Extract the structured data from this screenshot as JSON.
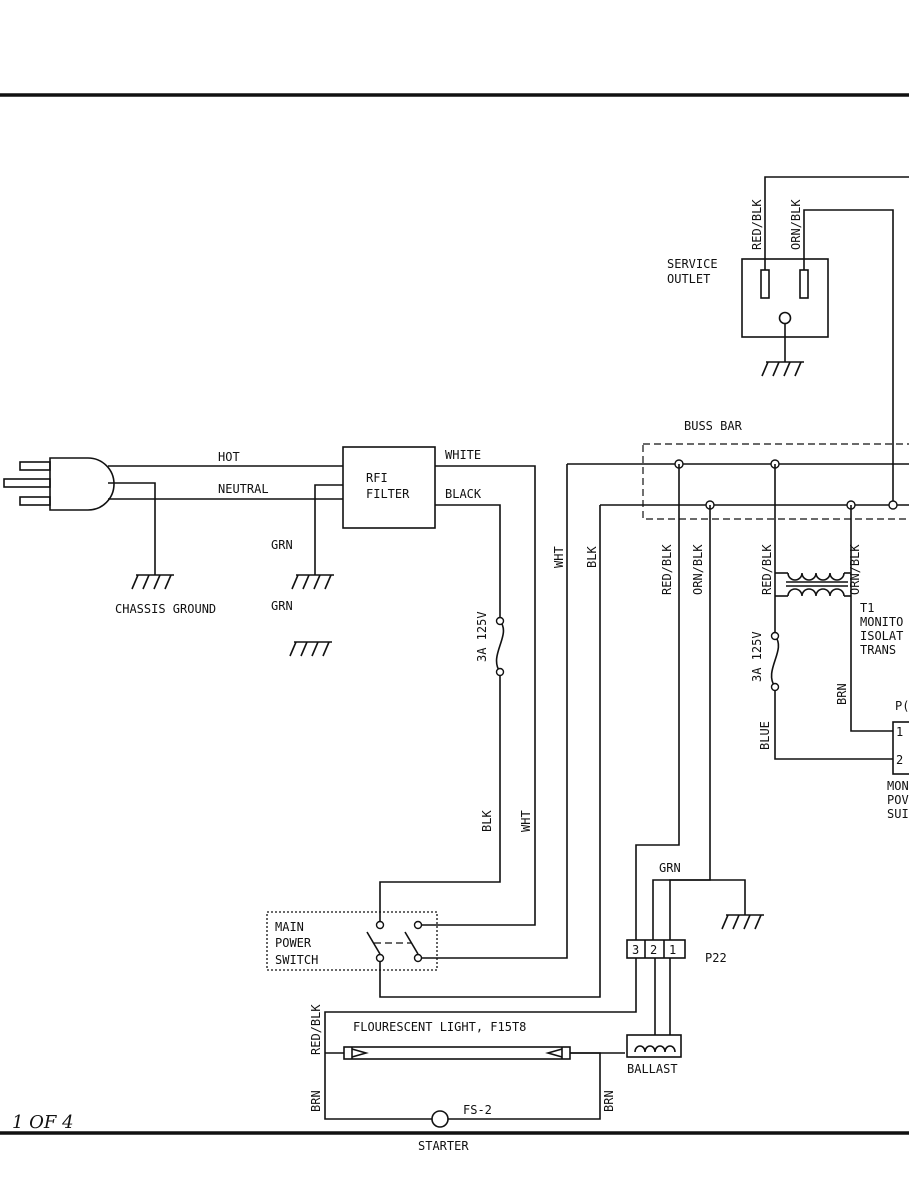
{
  "page_marker": "1 OF 4",
  "labels": {
    "service_outlet": [
      "SERVICE",
      "OUTLET"
    ],
    "red_blk": "RED/BLK",
    "orn_blk": "ORN/BLK",
    "buss_bar": "BUSS BAR",
    "hot": "HOT",
    "neutral": "NEUTRAL",
    "rfi_filter": [
      "RFI",
      "FILTER"
    ],
    "white": "WHITE",
    "black": "BLACK",
    "grn": "GRN",
    "chassis_ground": "CHASSIS GROUND",
    "wht": "WHT",
    "blk": "BLK",
    "fuse": "3A 125V",
    "transformer": [
      "T1",
      "MONITO",
      "ISOLAT",
      "TRANS"
    ],
    "blue": "BLUE",
    "brn": "BRN",
    "p_conn": "P(",
    "pin_1": "1",
    "pin_2": "2",
    "monitor_ps": [
      "MON",
      "POV",
      "SUI"
    ],
    "main_switch": [
      "MAIN",
      "POWER",
      "SWITCH"
    ],
    "p22": "P22",
    "p22_pins": [
      "3",
      "2",
      "1"
    ],
    "fluorescent": "FLOURESCENT LIGHT, F15T8",
    "ballast": "BALLAST",
    "fs2": "FS-2",
    "starter": "STARTER"
  }
}
